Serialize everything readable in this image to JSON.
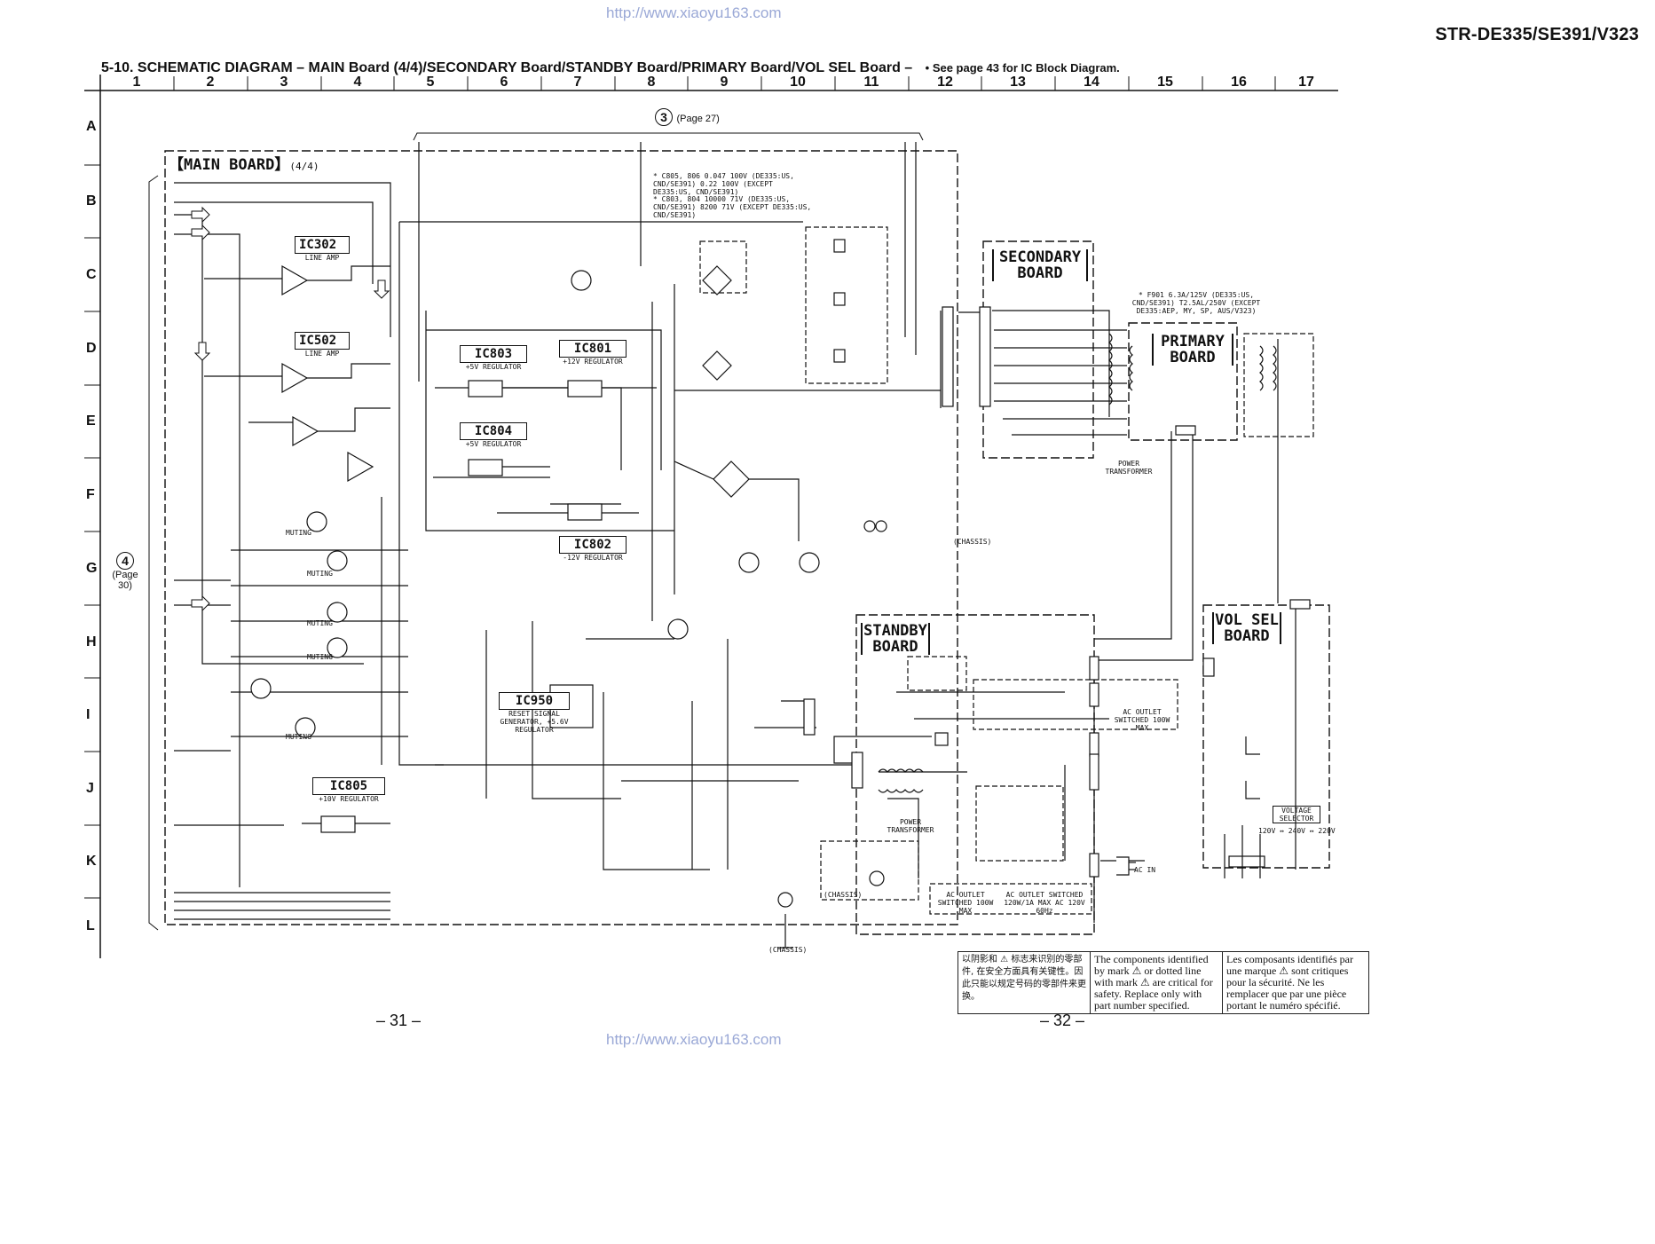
{
  "header": {
    "url_top": "http://www.xiaoyu163.com",
    "url_bottom": "http://www.xiaoyu163.com",
    "model": "STR-DE335/SE391/V323",
    "title": "5-10.  SCHEMATIC  DIAGRAM  – MAIN Board (4/4)/SECONDARY Board/STANDBY Board/PRIMARY Board/VOL SEL Board –",
    "title_note": "• See page 43 for IC Block Diagram."
  },
  "grid": {
    "columns": [
      "1",
      "2",
      "3",
      "4",
      "5",
      "6",
      "7",
      "8",
      "9",
      "10",
      "11",
      "12",
      "13",
      "14",
      "15",
      "16",
      "17"
    ],
    "rows": [
      "A",
      "B",
      "C",
      "D",
      "E",
      "F",
      "G",
      "H",
      "I",
      "J",
      "K",
      "L"
    ]
  },
  "refs": {
    "ref3_num": "3",
    "ref3_page": "(Page 27)",
    "ref4_num": "4",
    "ref4_page": "(Page 30)"
  },
  "boards": {
    "main": "【MAIN BOARD】",
    "main_suffix": "(4/4)",
    "secondary_l1": "SECONDARY",
    "secondary_l2": "BOARD",
    "primary_l1": "PRIMARY",
    "primary_l2": "BOARD",
    "standby_l1": "STANDBY",
    "standby_l2": "BOARD",
    "volsel_l1": "VOL SEL",
    "volsel_l2": "BOARD"
  },
  "ics": [
    {
      "name": "IC302",
      "sub": "LINE AMP"
    },
    {
      "name": "IC502",
      "sub": "LINE AMP"
    },
    {
      "name": "IC803",
      "sub": "+5V REGULATOR"
    },
    {
      "name": "IC801",
      "sub": "+12V REGULATOR"
    },
    {
      "name": "IC804",
      "sub": "+5V REGULATOR"
    },
    {
      "name": "IC802",
      "sub": "-12V REGULATOR"
    },
    {
      "name": "IC950",
      "sub": "RESET SIGNAL GENERATOR, +5.6V REGULATOR"
    },
    {
      "name": "IC805",
      "sub": "+10V REGULATOR"
    }
  ],
  "labels": {
    "chassis": "(CHASSIS)",
    "ac_in": "AC IN",
    "power_transformer": "POWER TRANSFORMER",
    "ac_outlet_100": "AC OUTLET SWITCHED 100W MAX",
    "ac_outlet_120": "AC OUTLET SWITCHED 120W/1A MAX AC 120V 60Hz",
    "voltage_selector": "VOLTAGE SELECTOR",
    "voltage_values": "120V ↔ 240V ↔ 220V",
    "f901_note": "* F901 6.3A/125V (DE335:US, CND/SE391) T2.5AL/250V (EXCEPT DE335:AEP, MY, SP, AUS/V323)",
    "c805_note": "* C805, 806  0.047 100V (DE335:US, CND/SE391)  0.22 100V (EXCEPT DE335:US, CND/SE391)",
    "c803_note": "* C803, 804  10000 71V (DE335:US, CND/SE391)  8200 71V (EXCEPT DE335:US, CND/SE391)",
    "muting": "MUTING"
  },
  "notes": {
    "cn": "以阴影和 ⚠ 标志来识别的零部件, 在安全方面具有关键性。因此只能以规定号码的零部件来更换。",
    "en": "The components identified by mark ⚠ or dotted line with mark ⚠ are critical for safety. Replace only with part number specified.",
    "fr": "Les composants identifiés par une marque ⚠ sont critiques pour la sécurité. Ne les remplacer que par une pièce portant le numéro spécifié."
  },
  "pages": {
    "left": "– 31 –",
    "right": "– 32 –"
  }
}
